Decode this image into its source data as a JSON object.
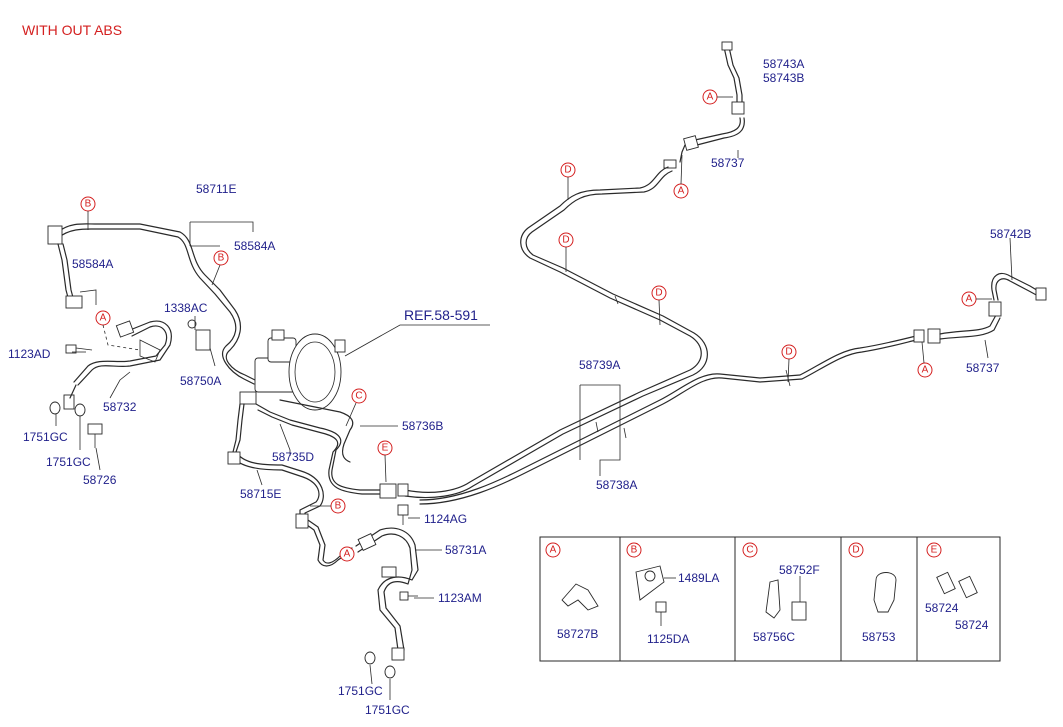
{
  "header": {
    "title": "WITH OUT ABS"
  },
  "reference": {
    "label": "REF.58-591"
  },
  "labels": {
    "p58743A": "58743A",
    "p58743B": "58743B",
    "p58737_top": "58737",
    "p58711E": "58711E",
    "p58584A_right": "58584A",
    "p58584A_left": "58584A",
    "p1338AC": "1338AC",
    "p1123AD": "1123AD",
    "p58750A": "58750A",
    "p58732": "58732",
    "p1751GC_a": "1751GC",
    "p1751GC_b": "1751GC",
    "p58726": "58726",
    "p58742B": "58742B",
    "p58737_right": "58737",
    "p58739A": "58739A",
    "p58736B": "58736B",
    "p58735D": "58735D",
    "p58715E": "58715E",
    "p58738A": "58738A",
    "p1124AG": "1124AG",
    "p58731A": "58731A",
    "p1123AM": "1123AM",
    "p1751GC_c": "1751GC",
    "p1751GC_d": "1751GC"
  },
  "callouts": {
    "A": "A",
    "B": "B",
    "C": "C",
    "D": "D",
    "E": "E"
  },
  "legend": {
    "panels": [
      {
        "letter": "A",
        "parts": [
          "58727B"
        ]
      },
      {
        "letter": "B",
        "parts": [
          "1489LA",
          "1125DA"
        ]
      },
      {
        "letter": "C",
        "parts": [
          "58752F",
          "58756C"
        ]
      },
      {
        "letter": "D",
        "parts": [
          "58753"
        ]
      },
      {
        "letter": "E",
        "parts": [
          "58724",
          "58724"
        ]
      }
    ]
  },
  "colors": {
    "label_text": "#1f1f8a",
    "callout_red": "#d42020",
    "line": "#2a2a2a"
  }
}
